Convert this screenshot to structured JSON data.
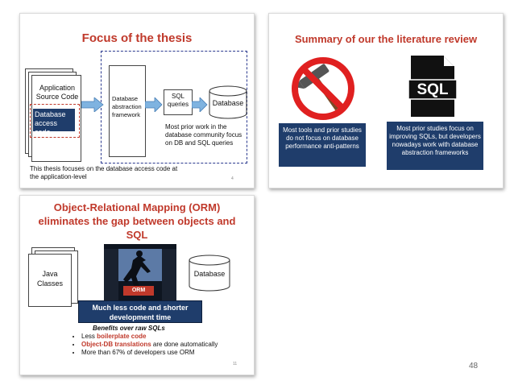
{
  "slide1": {
    "title": "Focus of the thesis",
    "app_source": "Application Source Code",
    "db_access": "Database access code",
    "framework": "Database abstraction framework",
    "sql_queries": "SQL queries",
    "database": "Database",
    "note": "Most prior work in the database community focus on DB and SQL queries",
    "caption": "This thesis focuses on the database access code at the application-level",
    "slide_num": "4"
  },
  "slide2": {
    "title": "Summary of our the literature review",
    "sql_icon_text": "SQL",
    "left_box": "Most tools and prior studies do not focus on database performance anti-patterns",
    "right_box": "Most prior studies focus on improving SQLs, but developers nowadays work with database abstraction frameworks"
  },
  "slide3": {
    "title": "Object-Relational Mapping (ORM) eliminates the gap between objects and SQL",
    "java_classes": "Java Classes",
    "orm_label": "ORM",
    "database": "Database",
    "banner": "Much less code and shorter development time",
    "benefits_heading": "Benefits over raw SQLs",
    "benefit1_pre": "Less ",
    "benefit1_hl": "boilerplate code",
    "benefit2_hl": "Object-DB translations",
    "benefit2_post": " are done automatically",
    "benefit3": "More than 67% of developers use ORM",
    "slide_num": "11"
  },
  "page_number": "48",
  "colors": {
    "title_red": "#c0392b",
    "navy": "#1f3d6b",
    "arrow_blue": "#7fb3e0",
    "dash_blue": "#2b3a8f",
    "dash_red": "#c0392b"
  }
}
